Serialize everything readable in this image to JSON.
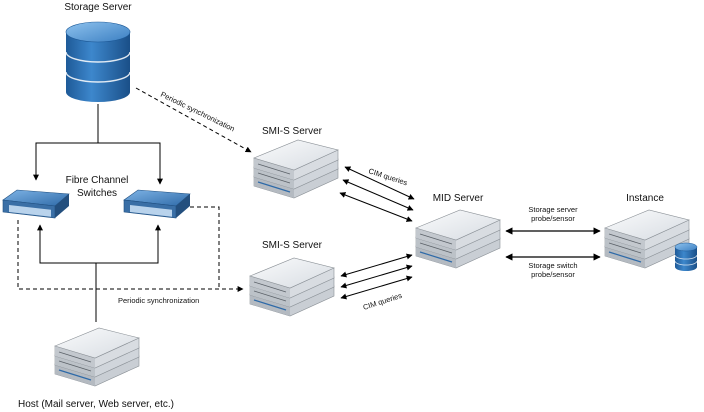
{
  "labels": {
    "storage_server": "Storage Server",
    "fibre_line1": "Fibre Channel",
    "fibre_line2": "Switches",
    "smis_top": "SMI-S Server",
    "smis_bottom": "SMI-S Server",
    "mid_server": "MID Server",
    "instance": "Instance",
    "host": "Host (Mail server, Web server, etc.)",
    "periodic_sync_top": "Periodic synchronization",
    "periodic_sync_bottom": "Periodic synchronization",
    "cim_top": "CIM queries",
    "cim_bottom": "CIM queries",
    "probe_server_line1": "Storage server",
    "probe_server_line2": "probe/sensor",
    "probe_switch_line1": "Storage switch",
    "probe_switch_line2": "probe/sensor"
  },
  "icons": {
    "database": "database-icon",
    "switch": "network-switch-icon",
    "server": "server-stack-icon"
  },
  "colors": {
    "database_blue": "#2f73b5",
    "switch_blue": "#3d7fc4",
    "server_gray": "#e9ecef",
    "line": "#000000"
  }
}
